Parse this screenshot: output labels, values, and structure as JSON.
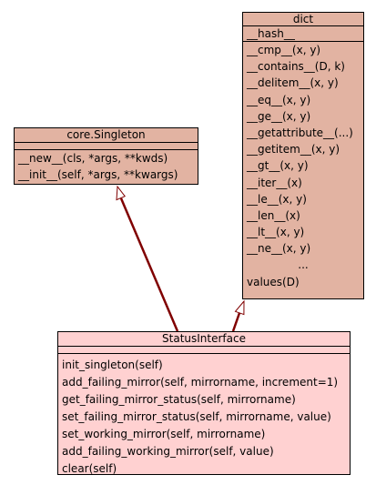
{
  "diagram": {
    "classes": {
      "dict": {
        "name": "dict",
        "attributes": [
          "__hash__"
        ],
        "methods": [
          "__cmp__(x, y)",
          "__contains__(D, k)",
          "__delitem__(x, y)",
          "__eq__(x, y)",
          "__ge__(x, y)",
          "__getattribute__(...)",
          "__getitem__(x, y)",
          "__gt__(x, y)",
          "__iter__(x)",
          "__le__(x, y)",
          "__len__(x)",
          "__lt__(x, y)",
          "__ne__(x, y)",
          "...",
          "values(D)"
        ]
      },
      "singleton": {
        "name": "core.Singleton",
        "methods": [
          "__new__(cls, *args, **kwds)",
          "__init__(self, *args, **kwargs)"
        ]
      },
      "status": {
        "name": "StatusInterface",
        "methods": [
          "init_singleton(self)",
          "add_failing_mirror(self, mirrorname, increment=1)",
          "get_failing_mirror_status(self, mirrorname)",
          "set_failing_mirror_status(self, mirrorname, value)",
          "set_working_mirror(self, mirrorname)",
          "add_failing_working_mirror(self, value)",
          "clear(self)"
        ]
      }
    },
    "colors": {
      "parent_fill": "#e2b3a2",
      "child_fill": "#ffd1d1",
      "edge": "#800000"
    }
  }
}
